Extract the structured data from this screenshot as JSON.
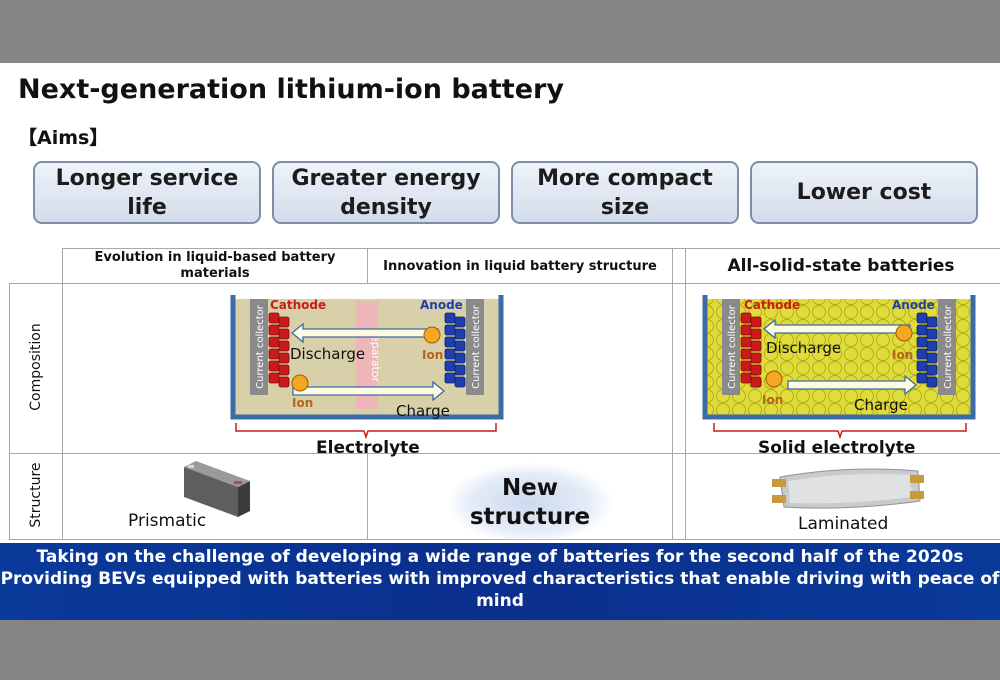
{
  "title": "Next-generation lithium-ion battery",
  "aims_label": "【Aims】",
  "aims": [
    "Longer service life",
    "Greater energy density",
    "More compact size",
    "Lower cost"
  ],
  "columns": {
    "evolution": "Evolution in liquid-based battery materials",
    "innovation": "Innovation in liquid battery structure",
    "solid": "All-solid-state batteries"
  },
  "rows": {
    "composition": "Composition",
    "structure": "Structure"
  },
  "liquid_cell": {
    "cathode": "Cathode",
    "anode": "Anode",
    "current_collector": "Current collector",
    "separator": "Separator",
    "discharge": "Discharge",
    "charge": "Charge",
    "ion": "Ion",
    "electrolyte": "Electrolyte"
  },
  "solid_cell": {
    "cathode": "Cathode",
    "anode": "Anode",
    "current_collector": "Current collector",
    "discharge": "Discharge",
    "charge": "Charge",
    "ion": "Ion",
    "electrolyte": "Solid electrolyte"
  },
  "structures": {
    "prismatic": "Prismatic",
    "new_structure": "New structure",
    "laminated": "Laminated"
  },
  "banner": {
    "line1": "Taking on the challenge of developing a wide range of batteries for the second half of the 2020s",
    "line2": "Providing BEVs equipped with batteries with improved characteristics that enable driving with peace of mind"
  },
  "colors": {
    "cathode": "#cc1a1a",
    "anode": "#1f3fae",
    "electrolyte_liquid": "#d8d0a8",
    "electrolyte_solid": "#e0dc3a",
    "separator": "#f3b2bc",
    "container": "#3a6ca8",
    "banner": "#0b2f8c"
  }
}
